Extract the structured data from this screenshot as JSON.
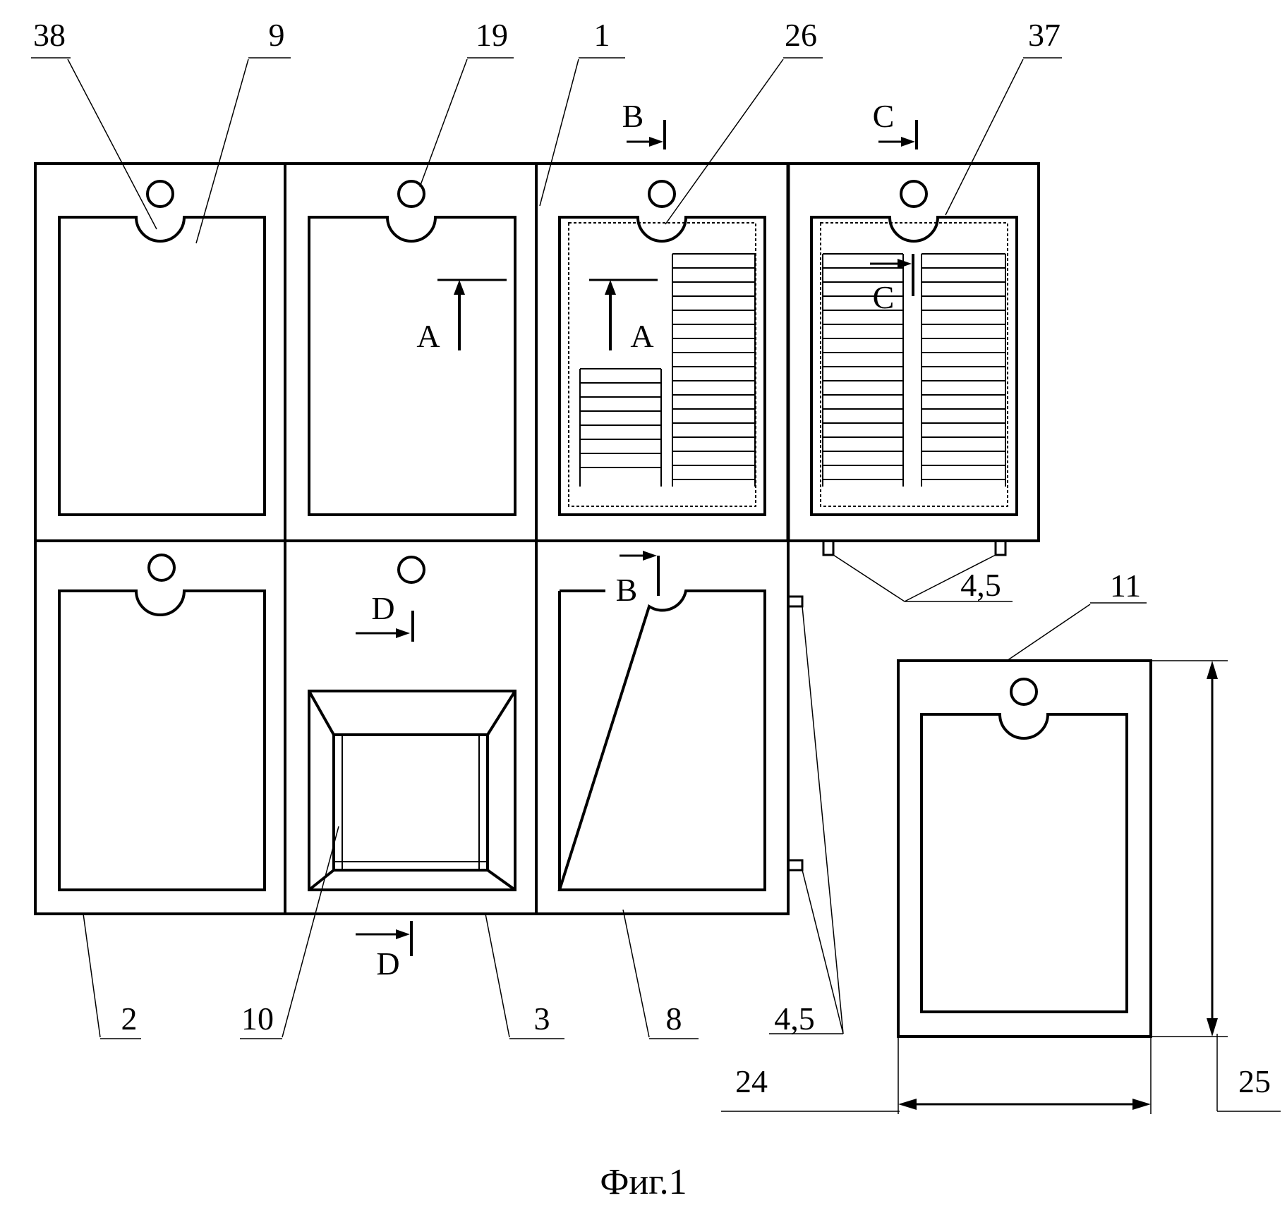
{
  "figure": {
    "caption": "Фиг.1",
    "reference_numerals": {
      "n38": "38",
      "n9": "9",
      "n19": "19",
      "n1": "1",
      "n26": "26",
      "n37": "37",
      "n11": "11",
      "n45_top": "4,5",
      "n45_bottom": "4,5",
      "n2": "2",
      "n10": "10",
      "n3": "3",
      "n8": "8",
      "n24": "24",
      "n25": "25"
    },
    "section_letters": {
      "a_left": "A",
      "a_right": "A",
      "b_top": "B",
      "b_bottom": "B",
      "c_top": "C",
      "c_inner": "C",
      "d_top": "D",
      "d_bottom": "D"
    }
  }
}
